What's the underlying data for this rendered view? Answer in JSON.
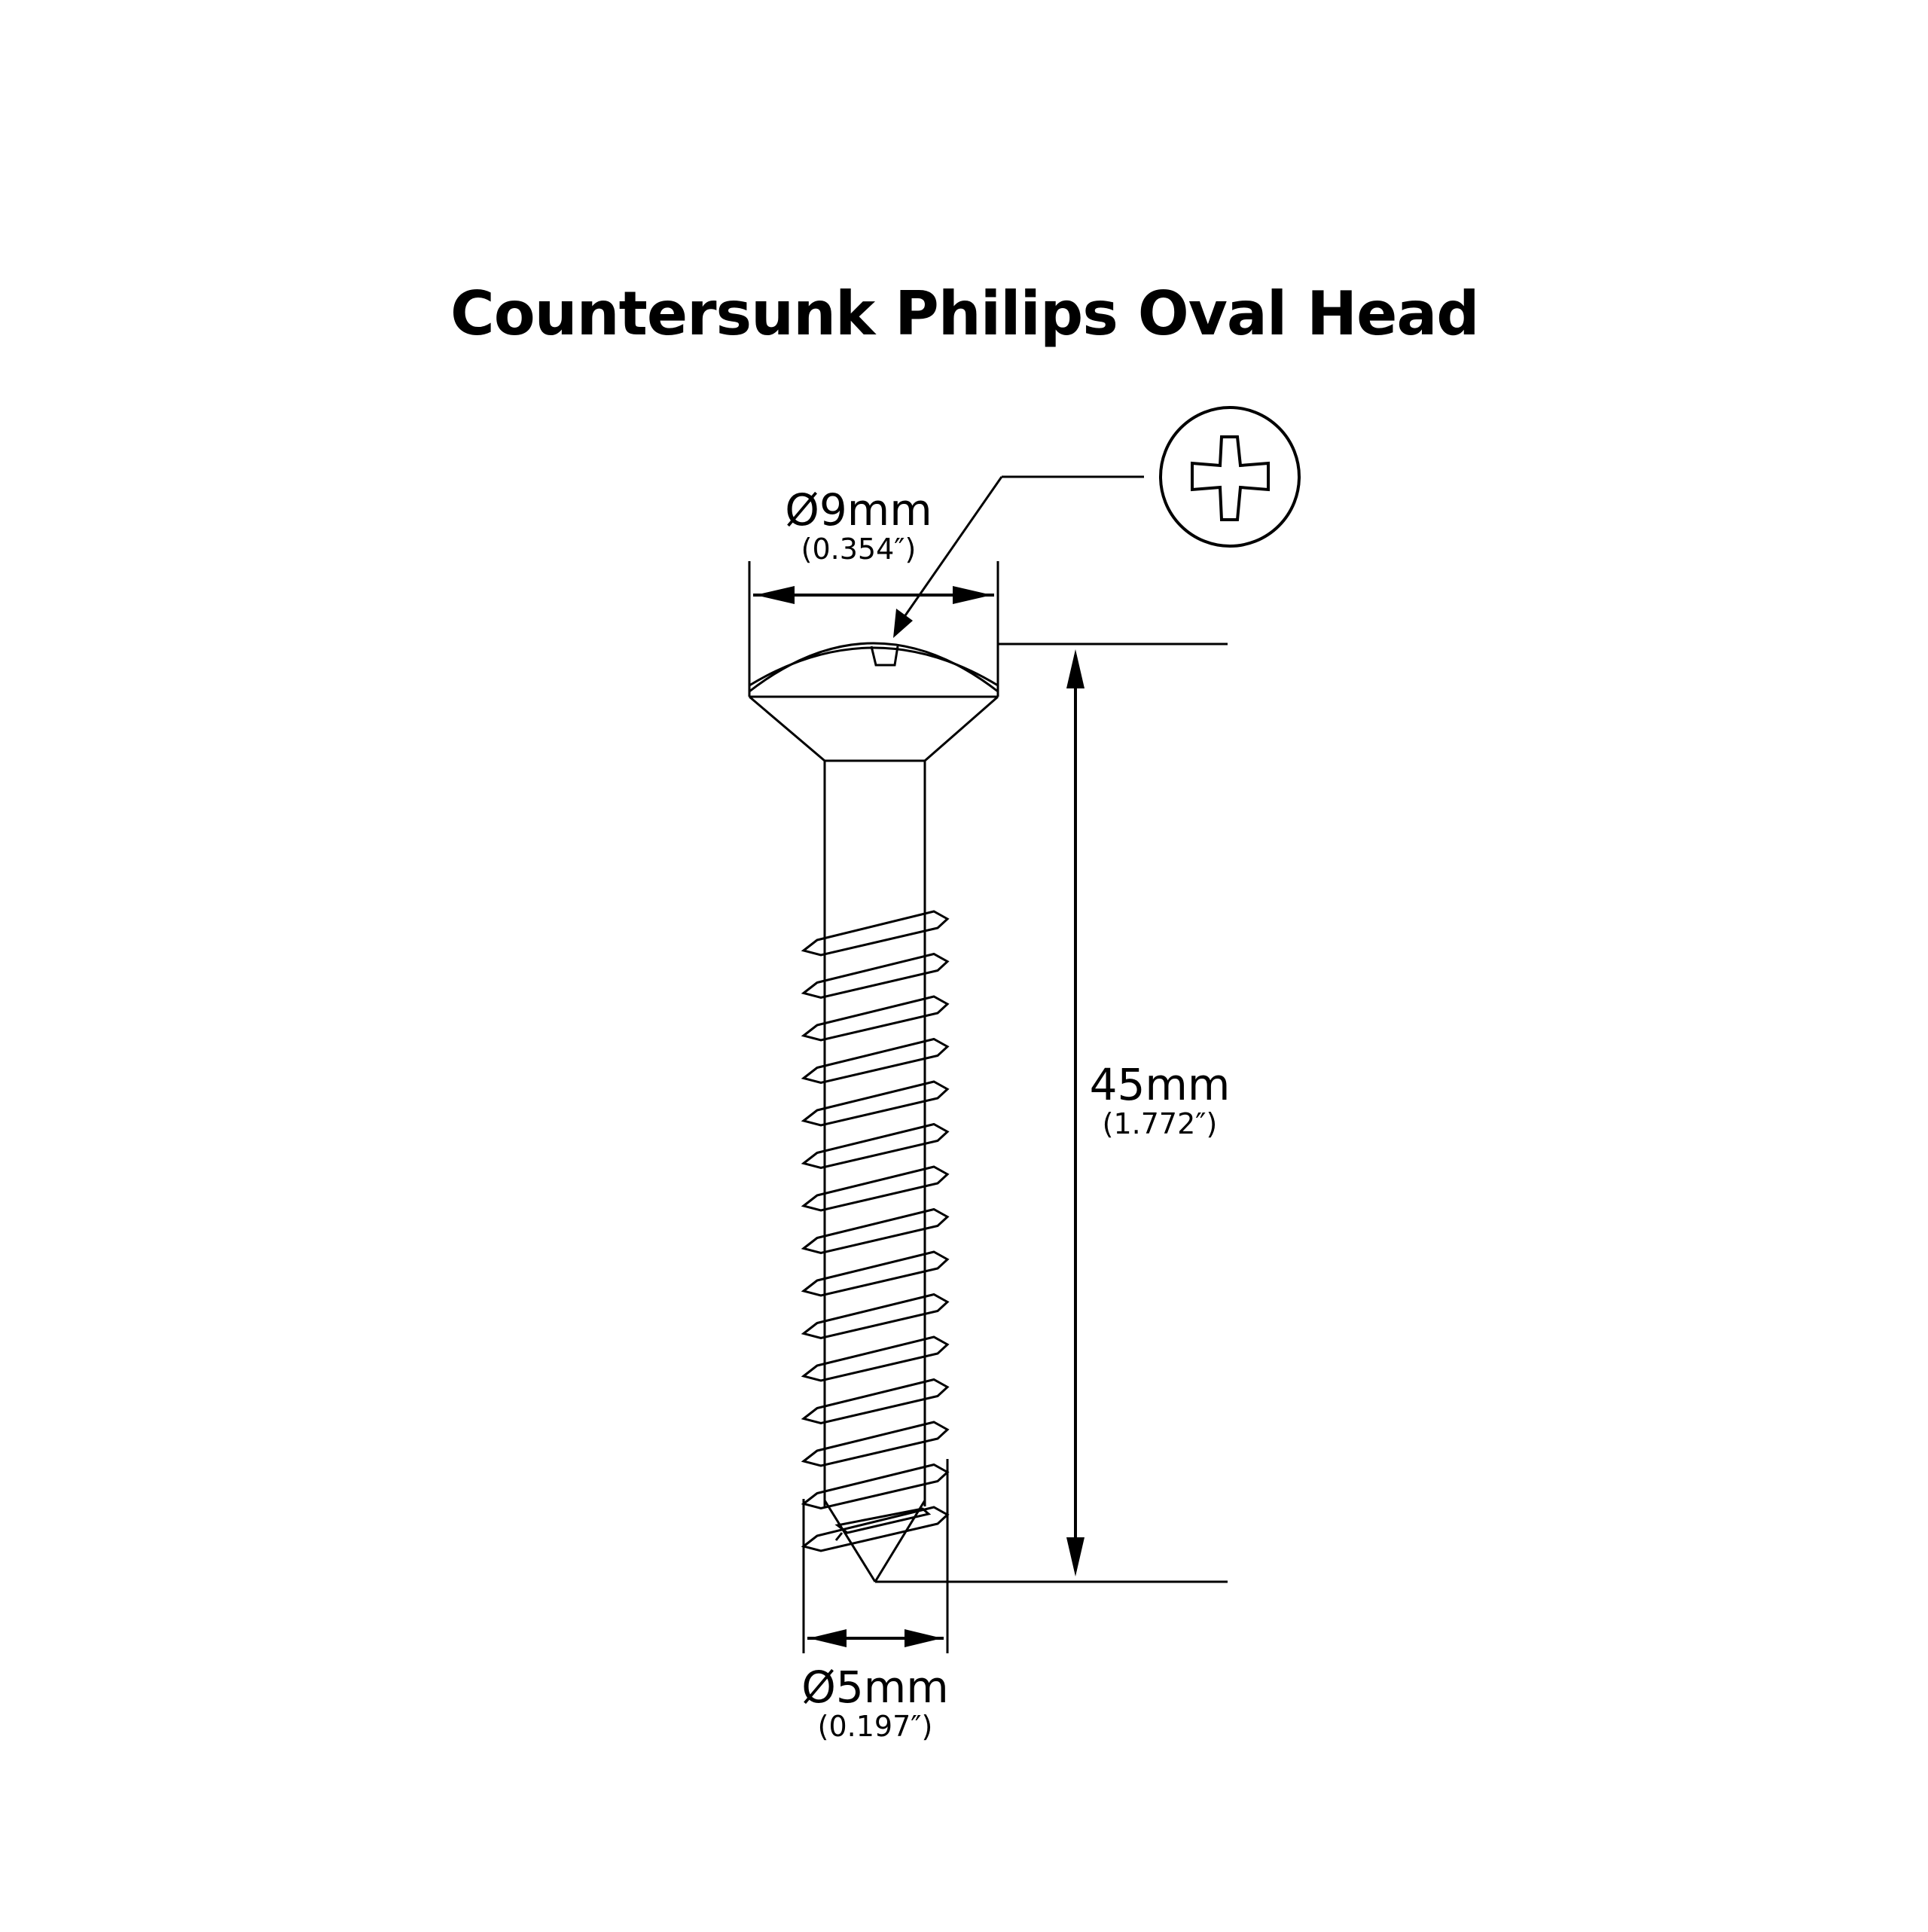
{
  "title": "Countersunk Philips Oval Head",
  "dimensions": {
    "head_diameter": {
      "label": "Ø9mm",
      "sub": "(0.354″)"
    },
    "length": {
      "label": "45mm",
      "sub": "(1.772″)"
    },
    "thread_diameter": {
      "label": "Ø5mm",
      "sub": "(0.197″)"
    }
  },
  "colors": {
    "line": "#000000",
    "background": "#ffffff"
  },
  "icons": {
    "detail": "phillips-cross-icon"
  }
}
